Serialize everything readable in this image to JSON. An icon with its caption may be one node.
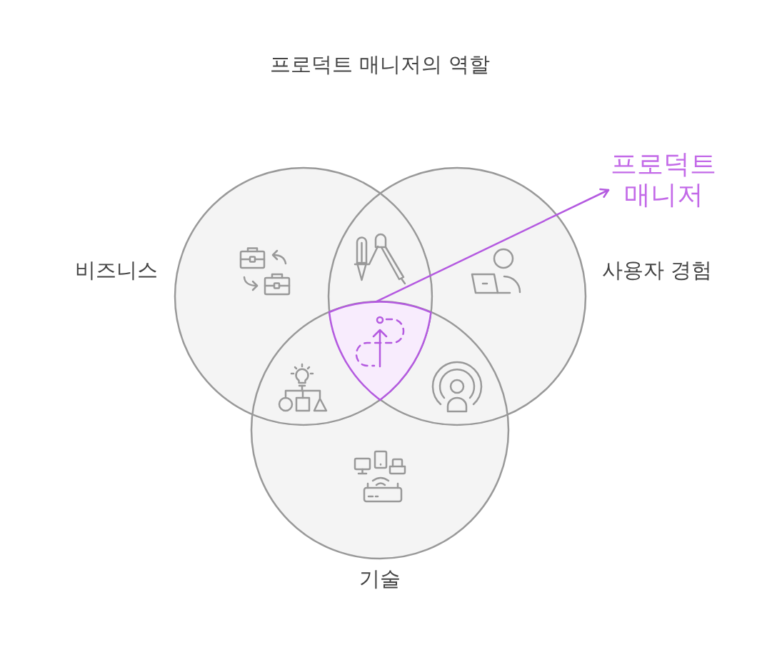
{
  "diagram": {
    "title": "프로덕트 매니저의 역할",
    "nodes": [
      {
        "text": [
          "비즈니스"
        ]
      },
      {
        "text": [
          "사용자 경험"
        ]
      },
      {
        "text": [
          "기술"
        ]
      },
      {
        "text": [],
        "shape": "triangle"
      },
      {
        "text": [
          "프로덕트 매니저"
        ]
      }
    ],
    "edges": [
      {
        "from": 3,
        "to": 4,
        "arrow": "to",
        "color": "#b45ae0"
      }
    ]
  }
}
